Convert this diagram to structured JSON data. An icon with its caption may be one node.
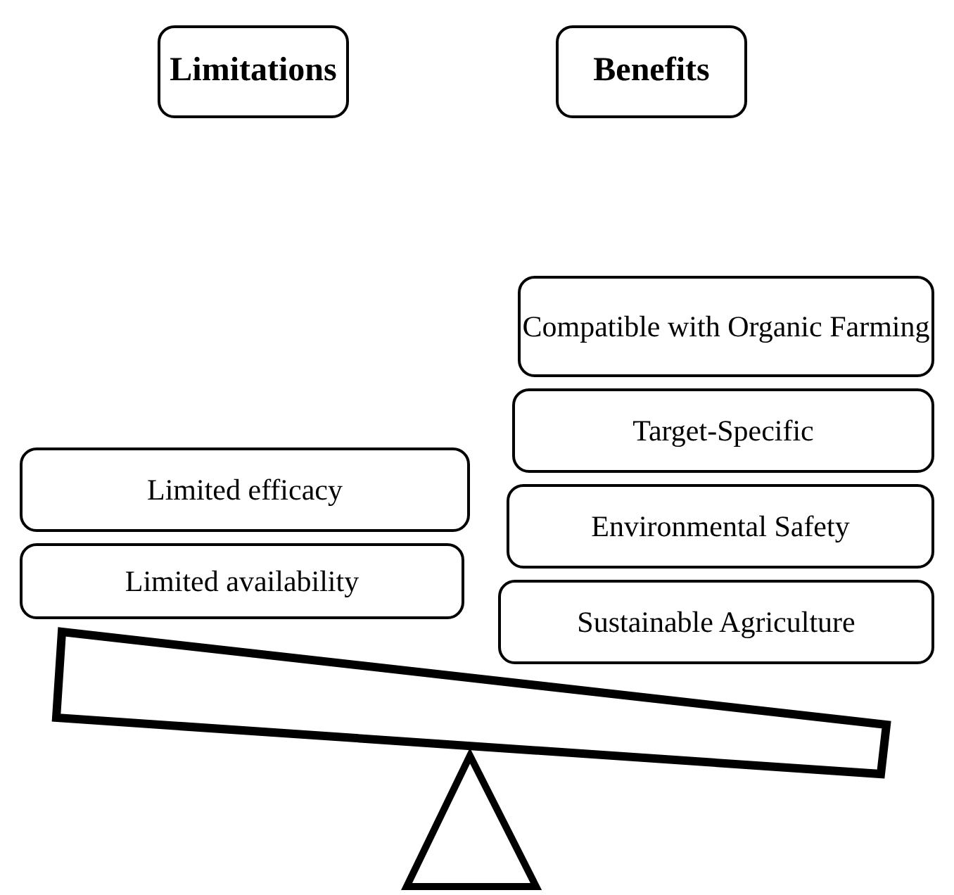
{
  "diagram": {
    "nodes": [
      {
        "text": [
          "Limitations"
        ]
      },
      {
        "text": [
          "Benefits"
        ]
      },
      {
        "text": [
          "Compatible with Organic Farming"
        ]
      },
      {
        "text": [
          "Target-Specific"
        ]
      },
      {
        "text": [
          "Limited efficacy"
        ]
      },
      {
        "text": [
          "Environmental Safety"
        ]
      },
      {
        "text": [
          "Limited availability"
        ]
      },
      {
        "text": [
          "Sustainable Agriculture"
        ]
      }
    ]
  }
}
